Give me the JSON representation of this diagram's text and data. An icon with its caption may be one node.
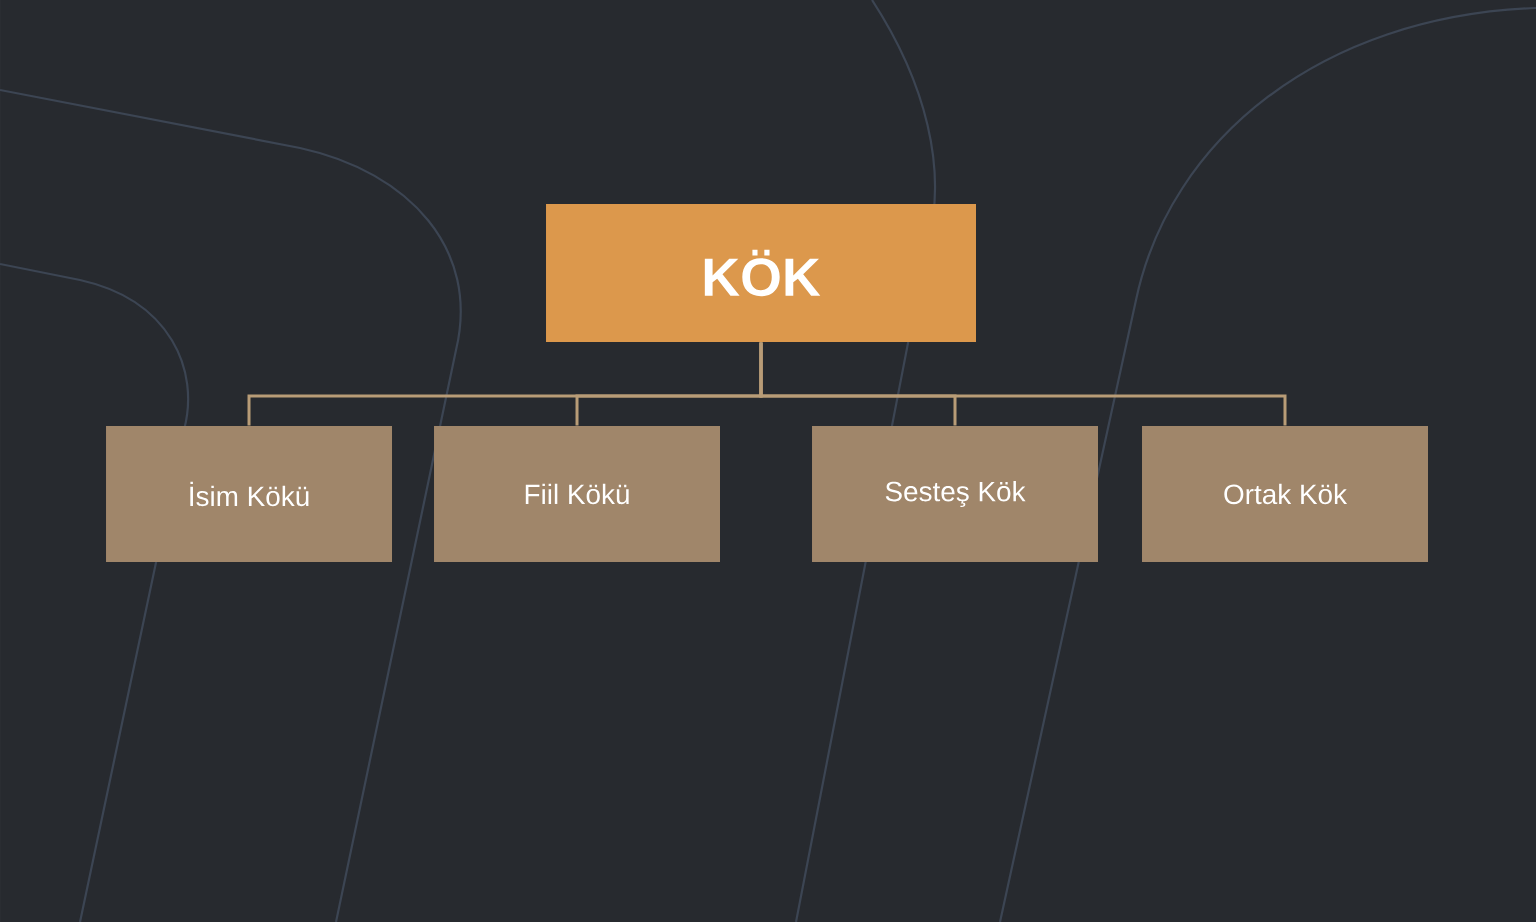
{
  "diagram": {
    "nodes": [
      {
        "text": [
          "KÖK"
        ]
      },
      {
        "text": [
          "İsim Kökü"
        ]
      },
      {
        "text": [
          "Fiil Kökü"
        ]
      },
      {
        "text": [
          "Sesteş Kök"
        ]
      },
      {
        "text": [
          "Ortak Kök"
        ]
      }
    ],
    "edges": [
      {
        "from": 0,
        "to": 1,
        "arrow": "none"
      },
      {
        "from": 0,
        "to": 2,
        "arrow": "none"
      },
      {
        "from": 0,
        "to": 3,
        "arrow": "none"
      },
      {
        "from": 0,
        "to": 4,
        "arrow": "none"
      }
    ]
  }
}
